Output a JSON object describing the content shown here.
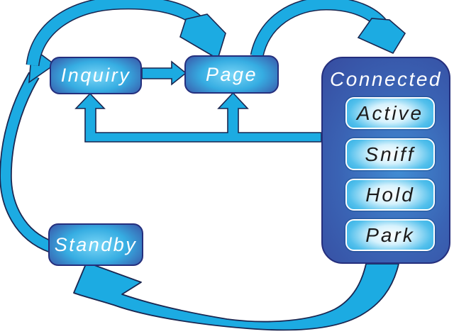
{
  "states": {
    "inquiry": "Inquiry",
    "page": "Page",
    "standby": "Standby",
    "connected": "Connected"
  },
  "connected_substates": {
    "0": "Active",
    "1": "Sniff",
    "2": "Hold",
    "3": "Park"
  },
  "transitions": [
    "standby-to-inquiry",
    "standby-to-page",
    "inquiry-to-page",
    "page-to-connected",
    "connected-to-inquiry",
    "connected-to-page",
    "connected-to-standby"
  ],
  "colors": {
    "arrow_fill": "#1CABE2",
    "arrow_outline": "#1A2650",
    "box_edge_dark": "#37499E",
    "box_center_light": "#7AD6F7",
    "box_border": "#252F7D",
    "connected_fill": "#3A63B4",
    "substate_fill": "#29ABE2",
    "substate_border": "#FFFFFF",
    "text_light": "#FFFFFF",
    "text_dark": "#1C1C1C",
    "background": "#FFFFFF"
  }
}
